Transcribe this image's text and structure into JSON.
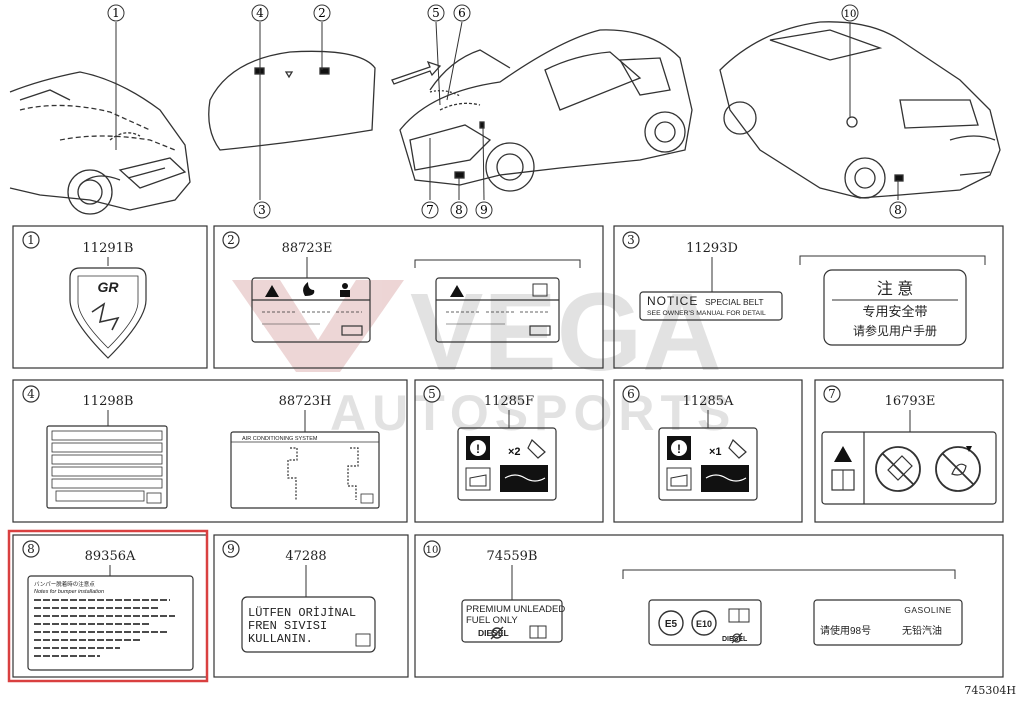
{
  "colors": {
    "line": "#2a2a2a",
    "light": "#555555",
    "highlight": "#d94040",
    "watermark": "#b5b5b5",
    "watermark_red": "#c8a0a0"
  },
  "watermark": {
    "logo": "VEGA",
    "sub": "AUTOSPORTS"
  },
  "callouts": [
    "1",
    "4",
    "2",
    "5",
    "6",
    "10",
    "3",
    "7",
    "8",
    "9",
    "8"
  ],
  "panels": [
    {
      "num": "1",
      "parts": [
        "11291B"
      ]
    },
    {
      "num": "2",
      "parts": [
        "88723E"
      ]
    },
    {
      "num": "3",
      "parts": [
        "11293D"
      ]
    },
    {
      "num": "4",
      "parts": [
        "11298B",
        "88723H"
      ]
    },
    {
      "num": "5",
      "parts": [
        "11285F"
      ]
    },
    {
      "num": "6",
      "parts": [
        "11285A"
      ]
    },
    {
      "num": "7",
      "parts": [
        "16793E"
      ]
    },
    {
      "num": "8",
      "parts": [
        "89356A"
      ]
    },
    {
      "num": "9",
      "parts": [
        "47288"
      ]
    },
    {
      "num": "10",
      "parts": [
        "74559B"
      ]
    }
  ],
  "labels": {
    "notice": "NOTICE",
    "special_belt": "SPECIAL BELT",
    "owners_manual": "SEE OWNER'S MANUAL FOR DETAIL",
    "zhuyi": "注 意",
    "zhuanyong": "专用安全带",
    "qingcan": "请参见用户手册",
    "ac_system": "AIR CONDITIONING SYSTEM",
    "x2": "×2",
    "x1": "×1",
    "lutfen_1": "LÜTFEN ORİJİNAL",
    "lutfen_2": "FREN SIVISI",
    "lutfen_3": "KULLANIN.",
    "premium_1": "PREMIUM UNLEADED",
    "premium_2": "FUEL ONLY",
    "diesel": "DIESEL",
    "e5": "E5",
    "e10": "E10",
    "gasoline": "GASOLINE",
    "qingshiyong": "请使用98号",
    "wuqian": "无铅汽油",
    "bumper_jp": "バンパー脱着時の注意点",
    "bumper_en": "Notes for bumper installation"
  },
  "footer_code": "745304H"
}
